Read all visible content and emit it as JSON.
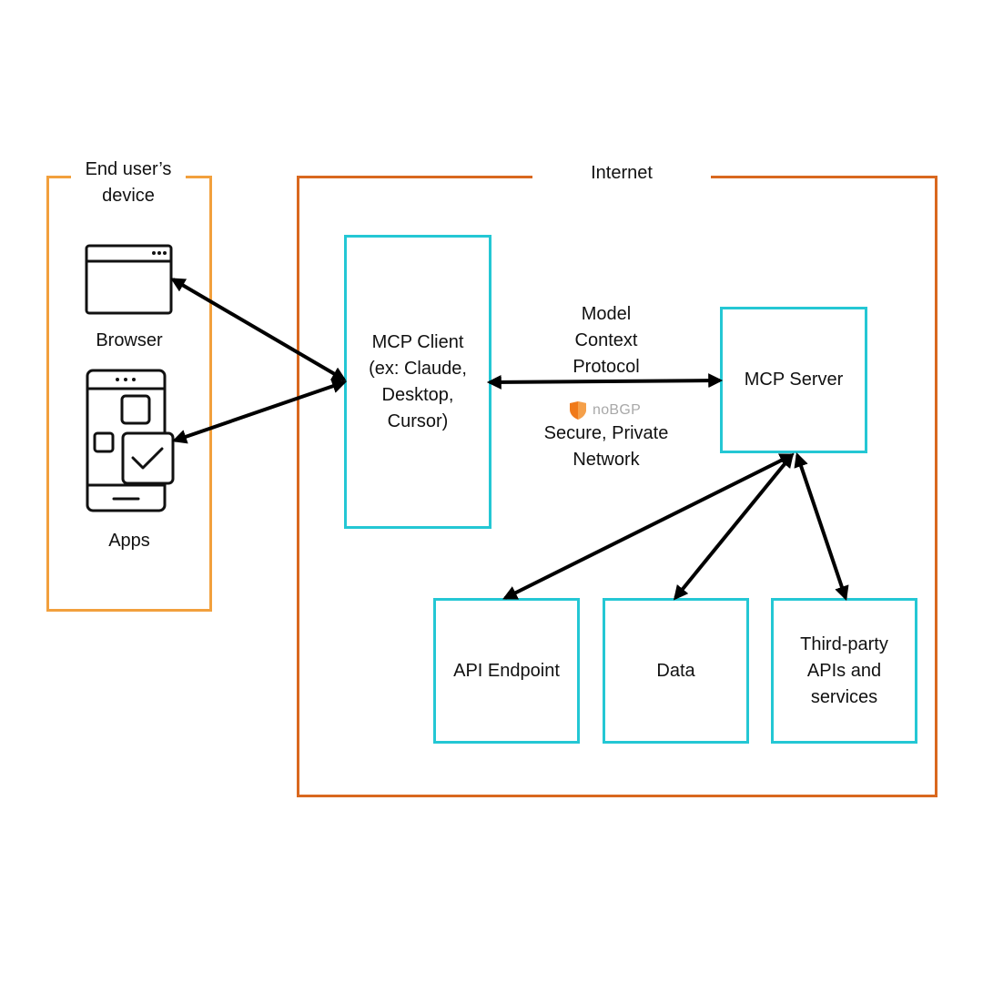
{
  "colors": {
    "device_border": "#F2A03D",
    "internet_border": "#D9681F",
    "component_border": "#24C7D4",
    "arrow": "#000000",
    "text": "#111111",
    "nobgp_text": "#A8A8A8",
    "nobgp_shield": "#F07A1A"
  },
  "device_panel": {
    "title": "End user’s\ndevice",
    "browser_icon": "browser-window-icon",
    "browser_label": "Browser",
    "apps_icon": "mobile-apps-icon",
    "apps_label": "Apps"
  },
  "internet_panel": {
    "title": "Internet"
  },
  "components": {
    "mcp_client": "MCP Client\n(ex: Claude,\nDesktop,\nCursor)",
    "mcp_server": "MCP Server",
    "api_endpoint": "API Endpoint",
    "data": "Data",
    "third_party": "Third-party\nAPIs and\nservices"
  },
  "connection": {
    "protocol_label": "Model\nContext\nProtocol",
    "nobgp_icon": "nobgp-shield-icon",
    "nobgp_brand": "noBGP",
    "network_label": "Secure, Private\nNetwork"
  }
}
